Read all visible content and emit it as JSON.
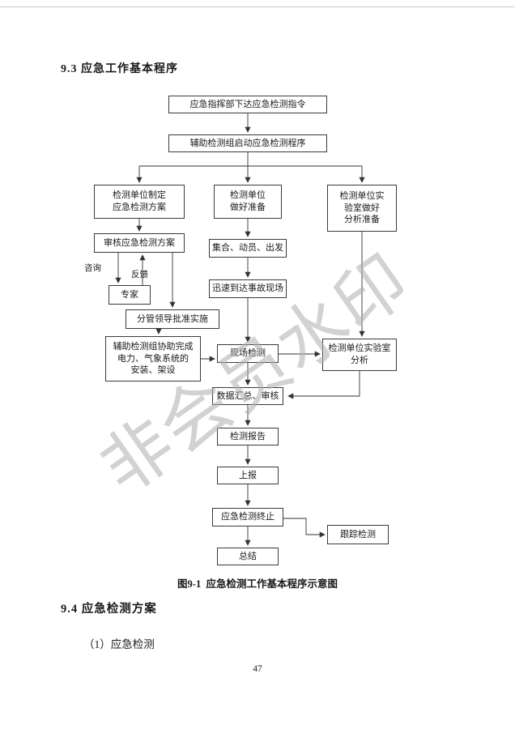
{
  "page": {
    "number": "47",
    "watermark": "非会员水印"
  },
  "sections": {
    "s93_title": "9.3 应急工作基本程序",
    "s94_title": "9.4 应急检测方案",
    "s94_item1": "（1）应急检测"
  },
  "figure": {
    "caption": "图9-1  应急检测工作基本程序示意图",
    "nodes": {
      "issue_order": "应急指挥部下达应急检测指令",
      "start_program": "辅助检测组启动应急检测程序",
      "make_plan": "检测单位制定\n应急检测方案",
      "prepare": "检测单位\n做好准备",
      "lab_prepare": "检测单位实\n验室做好\n分析准备",
      "review_plan": "审核应急检测方案",
      "expert": "专家",
      "leader_approve": "分管领导批准实施",
      "assist_install": "辅助检测组协助完成\n电力、气象系统的\n安装、架设",
      "assemble": "集合、动员、出发",
      "arrive": "迅速到达事故现场",
      "site_test": "现场检测",
      "lab_analysis": "检测单位实验室\n分析",
      "data_summary": "数据汇总、审核",
      "report": "检测报告",
      "submit": "上报",
      "terminate": "应急检测终止",
      "follow_up": "跟踪检测",
      "summary": "总结"
    },
    "edge_labels": {
      "consult": "咨询",
      "feedback": "反馈"
    }
  }
}
